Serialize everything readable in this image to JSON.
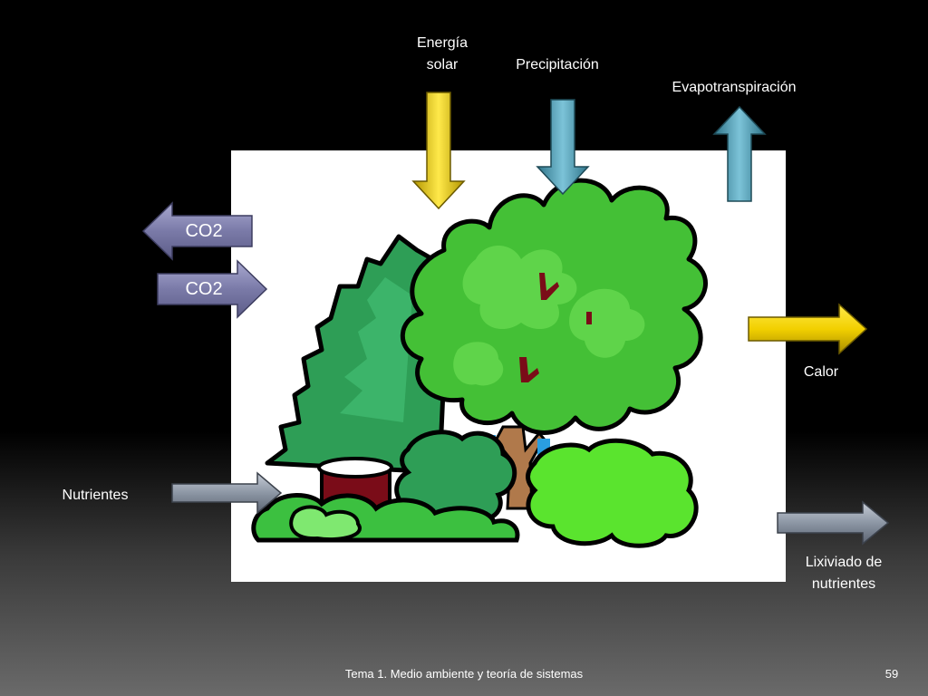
{
  "inputs": {
    "energy_label": "Energía\nsolar",
    "precipitation_label": "Precipitación",
    "nutrients_label": "Nutrientes"
  },
  "outputs": {
    "evapotranspiration_label": "Evapotranspiración",
    "heat_label": "Calor",
    "leaching_label": "Lixiviado de\nnutrientes"
  },
  "gas_exchange": {
    "co2_out_label": "CO2",
    "co2_in_label": "CO2"
  },
  "footer": {
    "title": "Tema 1. Medio ambiente y teoría de sistemas",
    "page": "59"
  },
  "colors": {
    "solar": "#f2d000",
    "water": "#5aa7bd",
    "co2": "#8585b0",
    "nutrients": "#8c96a4",
    "heat": "#f2d000"
  }
}
